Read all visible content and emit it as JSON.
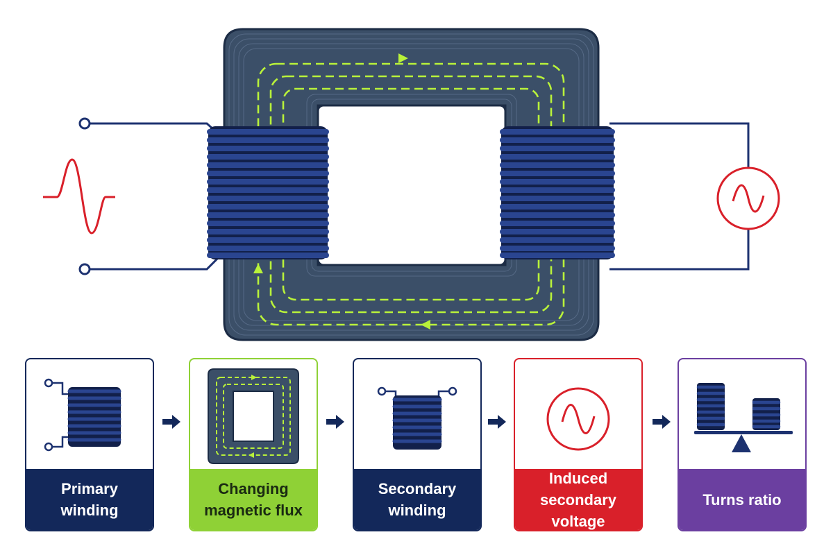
{
  "colors": {
    "navy": "#13285a",
    "core": "#3b4f68",
    "coil": "#1d3270",
    "flux": "#b9f23a",
    "red": "#d9202a",
    "purple": "#6b3fa0",
    "green": "#8fd136"
  },
  "steps": [
    {
      "label": "Primary winding",
      "icon": "primary-coil-icon",
      "color": "#13285a"
    },
    {
      "label": "Changing magnetic flux",
      "icon": "flux-core-icon",
      "color": "#8fd136"
    },
    {
      "label": "Secondary winding",
      "icon": "secondary-coil-icon",
      "color": "#13285a"
    },
    {
      "label": "Induced secondary voltage",
      "icon": "ac-source-icon",
      "color": "#d9202a"
    },
    {
      "label": "Turns ratio",
      "icon": "balance-scale-icon",
      "color": "#6b3fa0"
    }
  ],
  "arrows": [
    "arrow-right-icon",
    "arrow-right-icon",
    "arrow-right-icon",
    "arrow-right-icon"
  ]
}
